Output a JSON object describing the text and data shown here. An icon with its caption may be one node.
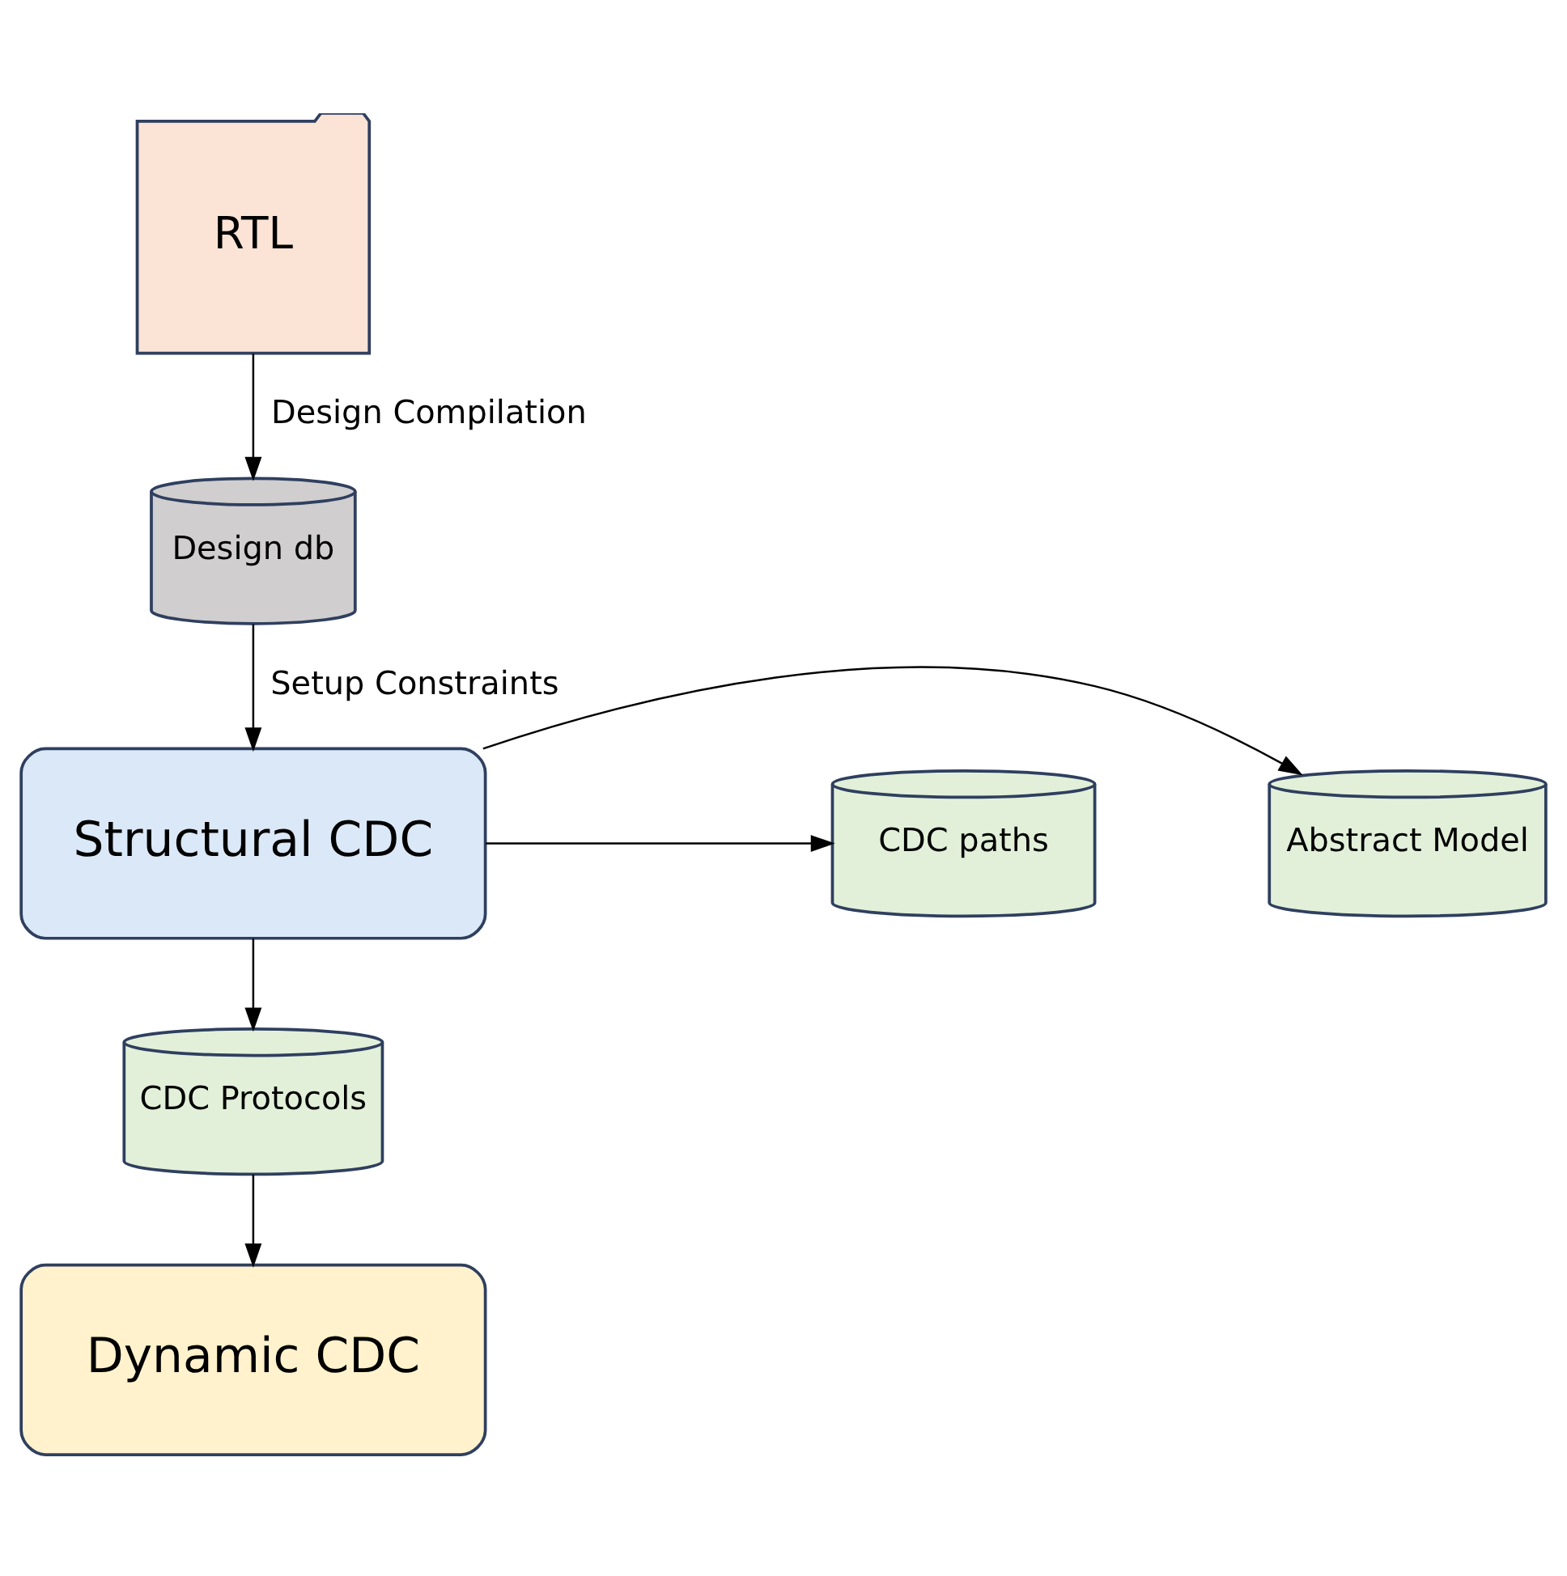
{
  "diagram": {
    "nodes": [
      {
        "text": [
          "RTL"
        ]
      },
      {
        "text": [
          "Design db"
        ]
      },
      {
        "text": [
          "Structural CDC"
        ]
      },
      {
        "text": [
          "Abstract Model"
        ]
      },
      {
        "text": [
          "CDC paths"
        ]
      },
      {
        "text": [
          "CDC Protocols"
        ]
      },
      {
        "text": [
          "Dynamic CDC"
        ]
      }
    ],
    "edges": [
      {
        "from": 0,
        "to": 1,
        "arrow": "to",
        "label": "Design Compilation"
      },
      {
        "from": 1,
        "to": 2,
        "arrow": "to",
        "label": "Setup Constraints"
      },
      {
        "from": 2,
        "to": 3,
        "arrow": "to"
      },
      {
        "from": 2,
        "to": 4,
        "arrow": "to"
      },
      {
        "from": 2,
        "to": 5,
        "arrow": "to"
      },
      {
        "from": 5,
        "to": 6,
        "arrow": "to"
      }
    ]
  }
}
